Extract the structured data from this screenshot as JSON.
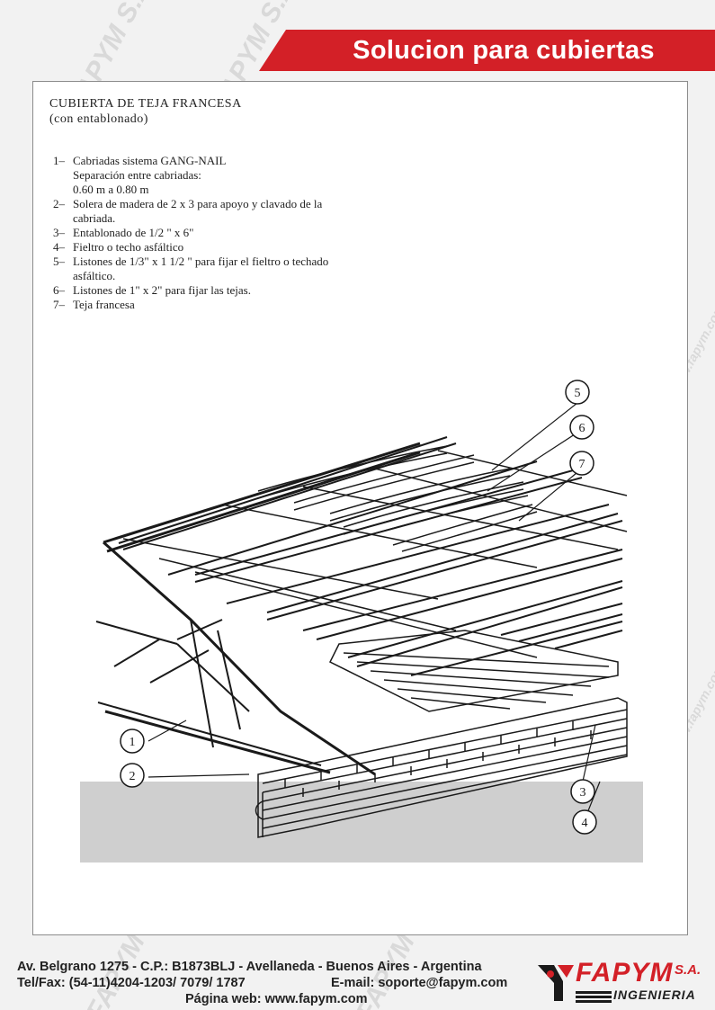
{
  "header": {
    "title": "Solucion para cubiertas",
    "accent_color": "#d32027"
  },
  "document": {
    "title_line1": "CUBIERTA DE TEJA FRANCESA",
    "title_line2": "(con entablonado)",
    "legend": [
      {
        "num": "1–",
        "text": "Cabriadas sistema GANG-NAIL",
        "extra": [
          "Separación entre cabriadas:",
          "0.60 m a 0.80 m"
        ]
      },
      {
        "num": "2–",
        "text": "Solera de madera de 2 x 3 para apoyo y clavado de la cabriada."
      },
      {
        "num": "3–",
        "text": "Entablonado de 1/2 \" x 6\""
      },
      {
        "num": "4–",
        "text": "Fieltro o techo asfáltico"
      },
      {
        "num": "5–",
        "text": "Listones de 1/3\" x 1 1/2 \" para fijar el fieltro o techado asfáltico."
      },
      {
        "num": "6–",
        "text": "Listones de 1\" x 2\" para fijar las tejas."
      },
      {
        "num": "7–",
        "text": "Teja francesa"
      }
    ],
    "callouts": [
      "1",
      "2",
      "3",
      "4",
      "5",
      "6",
      "7"
    ]
  },
  "footer": {
    "address": "Av. Belgrano 1275 - C.P.: B1873BLJ - Avellaneda - Buenos Aires - Argentina",
    "phone": "Tel/Fax: (54-11)4204-1203/ 7079/ 1787",
    "email": "E-mail: soporte@fapym.com",
    "web": "Página web: www.fapym.com"
  },
  "logo": {
    "brand": "FAPYM",
    "suffix": "S.A.",
    "subtitle": "INGENIERIA",
    "icon": "fapym-logo-icon"
  },
  "watermark": {
    "text": "FAPYM S.A.",
    "url": "www.fapym.com"
  }
}
